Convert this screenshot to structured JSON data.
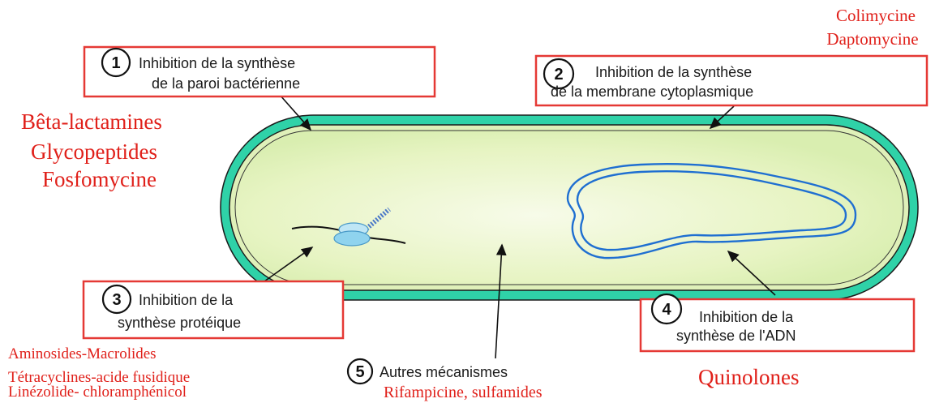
{
  "mechanisms": [
    {
      "number": "1",
      "line1": "Inhibition de la synthèse",
      "line2": "de la paroi bactérienne"
    },
    {
      "number": "2",
      "line1": "Inhibition de la synthèse",
      "line2": "de la membrane cytoplasmique"
    },
    {
      "number": "3",
      "line1": "Inhibition de la",
      "line2": "synthèse protéique"
    },
    {
      "number": "4",
      "line1": "Inhibition de la",
      "line2": "synthèse de l'ADN"
    },
    {
      "number": "5",
      "line1": "Autres mécanismes"
    }
  ],
  "drugs": {
    "wall": [
      "Bêta-lactamines",
      "Glycopeptides",
      "Fosfomycine"
    ],
    "membrane": [
      "Colimycine",
      "Daptomycine"
    ],
    "protein": [
      "Aminosides-Macrolides",
      "Tétracyclines-acide fusidique",
      "Linézolide- chloramphénicol"
    ],
    "dna": "Quinolones",
    "other": "Rifampicine, sulfamides"
  },
  "colors": {
    "drug_text": "#e0201a",
    "box_border": "#e53935",
    "cell_wall": "#2fd2a8",
    "cytoplasm": "#e9f6c8",
    "dna": "#1f6fd1",
    "ribosome": "#8fd3ee"
  },
  "icons": [
    "bacterium-cell",
    "ribosome-icon",
    "dna-loop-icon"
  ]
}
